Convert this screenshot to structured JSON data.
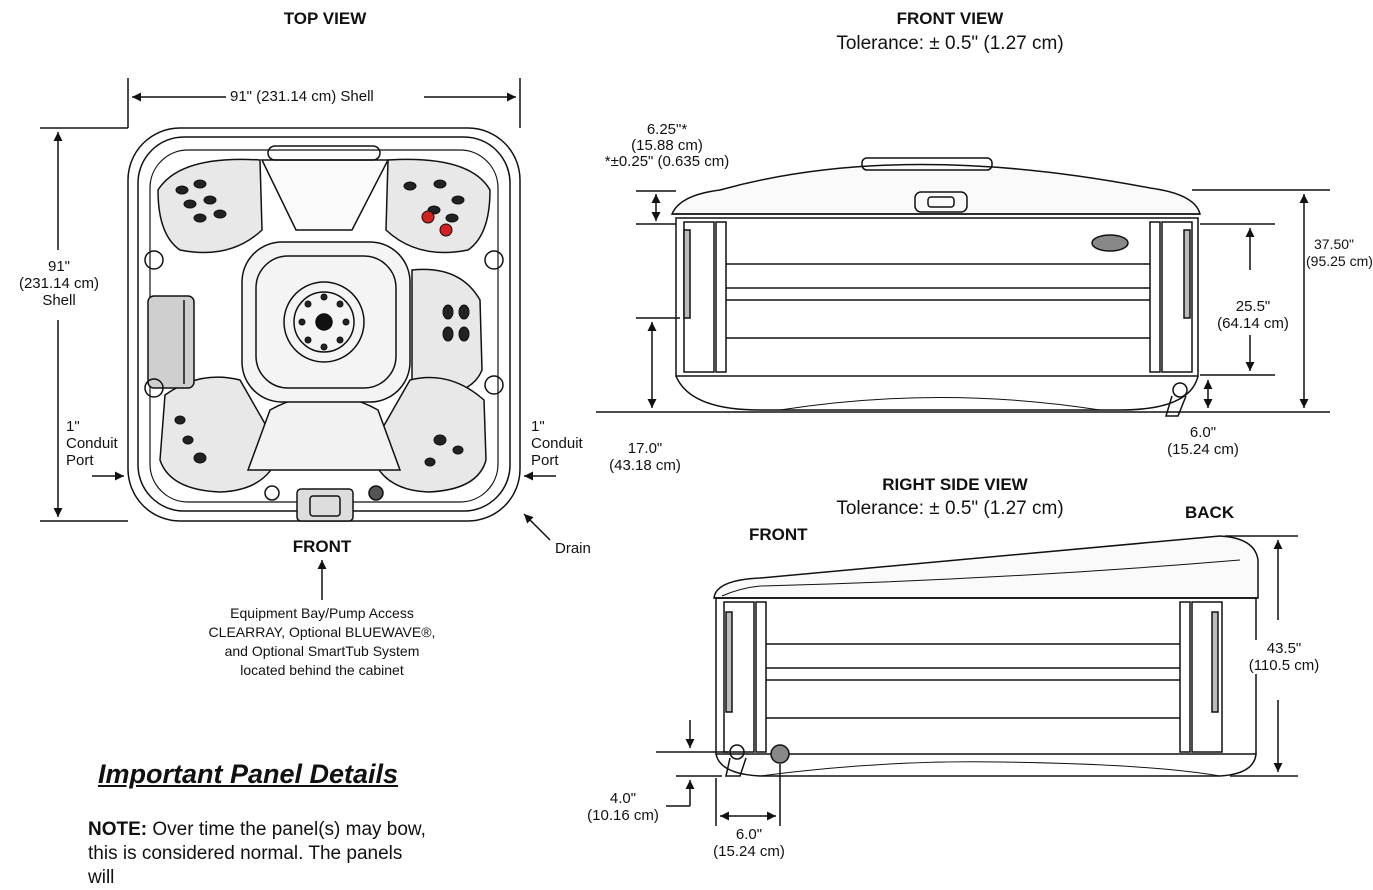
{
  "top_view": {
    "title": "TOP VIEW",
    "width_label": "91\" (231.14 cm) Shell",
    "height_label": [
      "91\"",
      "(231.14 cm)",
      "Shell"
    ],
    "conduit_left": [
      "1\"",
      "Conduit",
      "Port"
    ],
    "conduit_right": [
      "1\"",
      "Conduit",
      "Port"
    ],
    "front": "FRONT",
    "drain": "Drain",
    "equipment_note": [
      "Equipment Bay/Pump Access",
      "CLEARRAY, Optional BLUEWAVE®,",
      "and Optional SmartTub System",
      "located behind the cabinet"
    ]
  },
  "front_view": {
    "title": "FRONT VIEW",
    "tolerance": "Tolerance: ± 0.5\" (1.27 cm)",
    "lid_label": [
      "6.25\"*",
      "(15.88 cm)",
      "*±0.25\" (0.635 cm)"
    ],
    "total_height": [
      "37.50\"",
      "(95.25 cm)"
    ],
    "cabinet_height": [
      "25.5\"",
      "(64.14 cm)"
    ],
    "base_height": [
      "17.0\"",
      "(43.18 cm)"
    ],
    "skirt_height": [
      "6.0\"",
      "(15.24 cm)"
    ]
  },
  "side_view": {
    "title": "RIGHT SIDE VIEW",
    "tolerance": "Tolerance: ± 0.5\" (1.27 cm)",
    "front": "FRONT",
    "back": "BACK",
    "height": [
      "43.5\"",
      "(110.5 cm)"
    ],
    "port_height": [
      "4.0\"",
      "(10.16 cm)"
    ],
    "port_offset": [
      "6.0\"",
      "(15.24 cm)"
    ]
  },
  "panel": {
    "heading": "Important Panel Details",
    "note_bold": "NOTE:",
    "note_text": " Over time the panel(s) may bow, this is considered normal. The panels will"
  }
}
